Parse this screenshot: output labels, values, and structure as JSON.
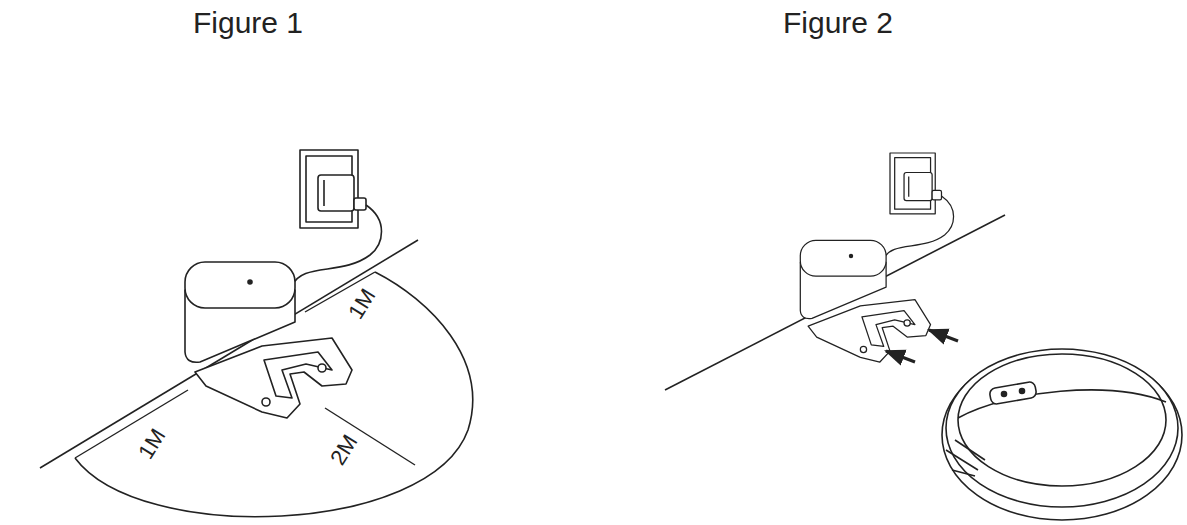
{
  "diagram": {
    "labels": [
      "Figure 1",
      "Figure 2",
      "1M",
      "1M",
      "2M"
    ]
  }
}
